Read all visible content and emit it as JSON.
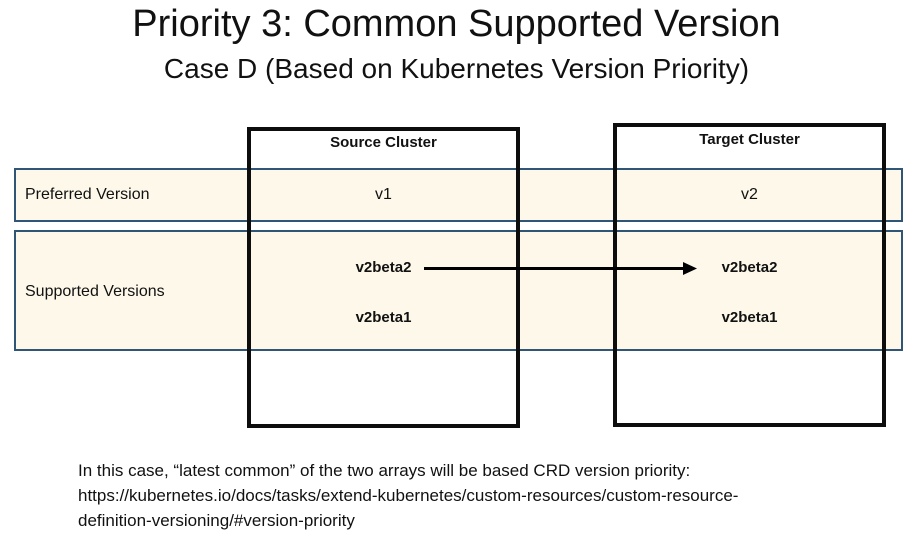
{
  "slide": {
    "title": "Priority 3: Common Supported Version",
    "subtitle": "Case D (Based on Kubernetes Version Priority)"
  },
  "diagram": {
    "row_labels": {
      "preferred": "Preferred Version",
      "supported": "Supported Versions"
    },
    "source_cluster": {
      "header": "Source Cluster",
      "preferred_version": "v1",
      "supported_versions": [
        "v2beta2",
        "v2beta1"
      ]
    },
    "target_cluster": {
      "header": "Target Cluster",
      "preferred_version": "v2",
      "supported_versions": [
        "v2beta2",
        "v2beta1"
      ]
    },
    "arrow": {
      "from": "v2beta2 (source cluster)",
      "to": "v2beta2 (target cluster)"
    }
  },
  "footer": {
    "lines": [
      "In this case, “latest common” of the two arrays will be based CRD version priority:",
      "https://kubernetes.io/docs/tasks/extend-kubernetes/custom-resources/custom-resource-",
      "definition-versioning/#version-priority"
    ]
  },
  "colors": {
    "row_fill": "#fdf8ea",
    "row_border": "#2f5577",
    "box_border": "#0d0d0d",
    "arrow": "#000000",
    "text": "#111111"
  }
}
